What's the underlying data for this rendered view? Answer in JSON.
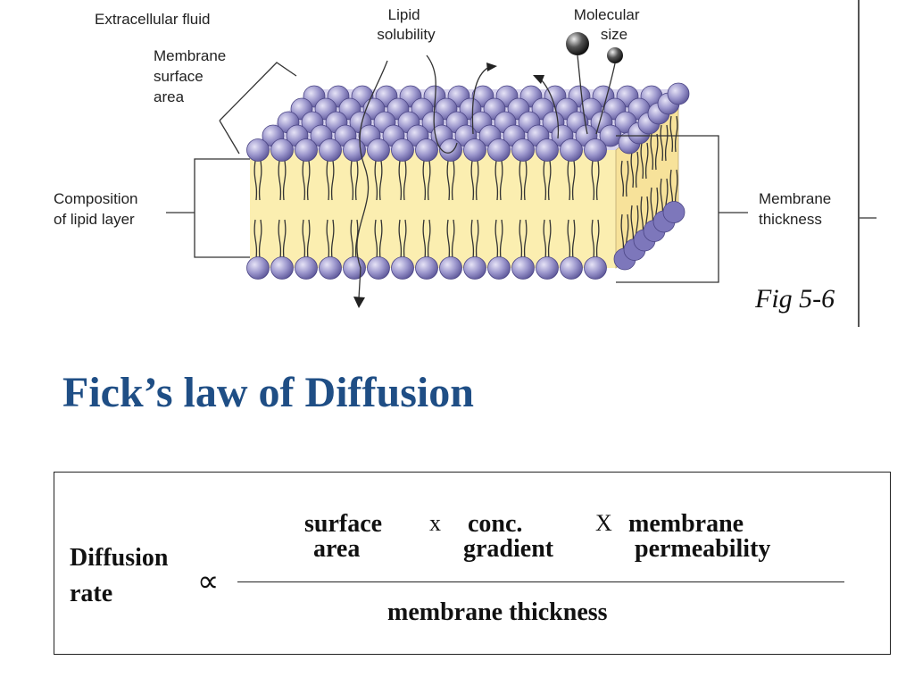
{
  "figure": {
    "labels": {
      "extracellular": "Extracellular fluid",
      "surface_area": [
        "Membrane",
        "surface",
        "area"
      ],
      "lipid_solubility": [
        "Lipid",
        "solubility"
      ],
      "molecular_size": [
        "Molecular",
        "size"
      ],
      "composition": [
        "Composition",
        "of lipid layer"
      ],
      "thickness": [
        "Membrane",
        "thickness"
      ]
    },
    "colors": {
      "head": "#9b96cc",
      "head_side": "#7d77bb",
      "tail_band": "#fbeeb0",
      "tail": "#333333"
    },
    "caption": "Fig 5-6"
  },
  "title": "Fick’s law of Diffusion",
  "equation": {
    "lhs": [
      "Diffusion",
      "rate"
    ],
    "proportional": "∝",
    "numerator": {
      "term1": [
        "surface",
        "area"
      ],
      "times1": "x",
      "term2": [
        "conc.",
        "gradient"
      ],
      "times2": "X",
      "term3": [
        "membrane",
        "permeability"
      ]
    },
    "denominator": "membrane thickness"
  },
  "colors": {
    "title": "#1f4e85"
  }
}
